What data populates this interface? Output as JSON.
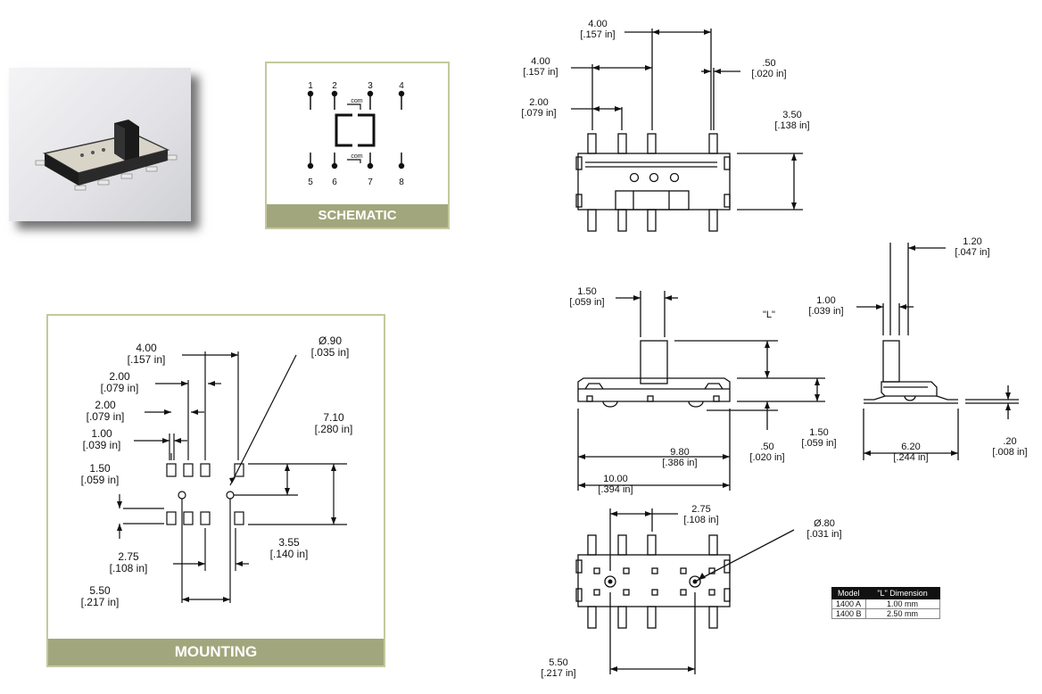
{
  "schematic": {
    "label": "SCHEMATIC",
    "pins_top": [
      "1",
      "2",
      "3",
      "4"
    ],
    "pins_bottom": [
      "5",
      "6",
      "7",
      "8"
    ],
    "com_label": "com"
  },
  "mounting": {
    "label": "MOUNTING",
    "dims": {
      "d4_00": "4.00",
      "d4_00_in": "[.157 in]",
      "d2_00a": "2.00",
      "d2_00a_in": "[.079 in]",
      "d2_00b": "2.00",
      "d2_00b_in": "[.079 in]",
      "d1_00": "1.00",
      "d1_00_in": "[.039 in]",
      "d1_50": "1.50",
      "d1_50_in": "[.059 in]",
      "d2_75": "2.75",
      "d2_75_in": "[.108 in]",
      "d5_50": "5.50",
      "d5_50_in": "[.217 in]",
      "dia_090": "Ø.90",
      "dia_090_in": "[.035 in]",
      "d7_10": "7.10",
      "d7_10_in": "[.280 in]",
      "d3_55": "3.55",
      "d3_55_in": "[.140 in]"
    }
  },
  "top_view": {
    "d4_00a": "4.00",
    "d4_00a_in": "[.157 in]",
    "d4_00b": "4.00",
    "d4_00b_in": "[.157 in]",
    "d2_00": "2.00",
    "d2_00_in": "[.079 in]",
    "d0_50": ".50",
    "d0_50_in": "[.020 in]",
    "d3_50": "3.50",
    "d3_50_in": "[.138 in]"
  },
  "front_view": {
    "d1_50a": "1.50",
    "d1_50a_in": "[.059 in]",
    "l_label": "\"L\"",
    "d1_50b": "1.50",
    "d1_50b_in": "[.059 in]",
    "d0_50": ".50",
    "d0_50_in": "[.020 in]",
    "d9_80": "9.80",
    "d9_80_in": "[.386 in]",
    "d10_00": "10.00",
    "d10_00_in": "[.394 in]"
  },
  "side_view": {
    "d1_20": "1.20",
    "d1_20_in": "[.047 in]",
    "d1_00": "1.00",
    "d1_00_in": "[.039 in]",
    "d6_20": "6.20",
    "d6_20_in": "[.244 in]",
    "d0_20": ".20",
    "d0_20_in": "[.008 in]"
  },
  "bottom_view": {
    "d2_75": "2.75",
    "d2_75_in": "[.108 in]",
    "dia_080": "Ø.80",
    "dia_080_in": "[.031 in]",
    "d5_50": "5.50",
    "d5_50_in": "[.217 in]"
  },
  "l_table": {
    "headers": [
      "Model",
      "\"L\" Dimension"
    ],
    "rows": [
      [
        "1400 A",
        "1.00 mm"
      ],
      [
        "1400 B",
        "2.50 mm"
      ]
    ]
  }
}
